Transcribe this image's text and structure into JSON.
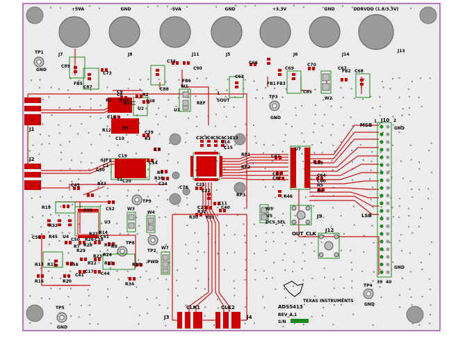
{
  "colors": {
    "board_bg": "#e8e8e8",
    "outline": "#8a2a9a",
    "copper": "#d40000",
    "pad": "#cc0000",
    "green": "#1a8a1a",
    "hole_fill": "#9a9a9a",
    "hole_ring": "#777777"
  },
  "jacks_top": [
    {
      "power": "+5VA",
      "ref": "J7"
    },
    {
      "power": "GND",
      "ref": "J8"
    },
    {
      "power": "-5VA",
      "ref": "J11"
    },
    {
      "power": "GND",
      "ref": "J5"
    },
    {
      "power": "+3.3V",
      "ref": "J6"
    },
    {
      "power": "GND",
      "ref": "J14"
    },
    {
      "power": "DDRVDD (1.8/3.3V)",
      "ref": "J13"
    }
  ],
  "test_points": [
    {
      "ref": "TP1",
      "net": "GND"
    },
    {
      "ref": "TP3",
      "net": "GND"
    },
    {
      "ref": "TP4",
      "net": "GND"
    },
    {
      "ref": "TP5",
      "net": "GND"
    },
    {
      "ref": "TP9",
      "net": ""
    },
    {
      "ref": "TP2",
      "net": "PWD"
    },
    {
      "ref": "TP8",
      "net": ""
    }
  ],
  "labels": {
    "j1": "J1",
    "j2": "J2",
    "j3": "J3",
    "j4": "J4",
    "j9": "J9",
    "j10": "J10",
    "j12": "J12",
    "clk1": "CLK1",
    "clk2": "CLK2",
    "msb": "MSB",
    "lsb": "LSB",
    "gnd_top": "GND",
    "gnd_bot": "GND",
    "pin1": "1",
    "pin2": "2",
    "pin39": "39",
    "pin40": "40",
    "sout": "SOUT",
    "pin_1": "1",
    "out_clk": "OUT_CLK",
    "dcs_sel": "DCS_SEL",
    "w1": "W1",
    "w2": "W2",
    "w3": "W3",
    "w4": "W4",
    "w5": "W5",
    "w7": "W7",
    "u1": "U1",
    "u2": "U2",
    "u3": "U3",
    "u4": "U4",
    "u5": "U5",
    "u7": "U7",
    "rp1": "RP1",
    "rp2": "RP2",
    "rp3": "RP3",
    "sjp1": "SJP1",
    "t1": "T1",
    "ti_brand": "TEXAS INSTRUMENTS",
    "board_name": "ADS5413",
    "rev": "REV_A 1",
    "sn": "S/N",
    "ref_chip": "REF"
  },
  "refdes": [
    "FB5",
    "C89",
    "C73",
    "C87",
    "C74",
    "C90",
    "C88",
    "FB6",
    "C66",
    "FB1",
    "FB3",
    "C69",
    "C63",
    "C85",
    "C70",
    "C67",
    "FB2",
    "C68",
    "C8",
    "R2",
    "R1",
    "R10",
    "C38",
    "C16",
    "R12",
    "C39",
    "C10",
    "R3",
    "C9",
    "R11",
    "C7",
    "C54",
    "C30",
    "R43",
    "R4",
    "R36",
    "C24",
    "C1",
    "C2",
    "C3",
    "C4",
    "C5",
    "C6",
    "C12",
    "C13",
    "C14",
    "C15",
    "C76",
    "C21",
    "C22",
    "C11",
    "C25",
    "R32",
    "R30",
    "R31",
    "C40",
    "C47",
    "C61",
    "C62",
    "C65",
    "C64",
    "C60",
    "R5",
    "R6",
    "R46",
    "C45",
    "R19",
    "R45",
    "R35",
    "C52",
    "C53",
    "R33",
    "C50",
    "C51",
    "R29",
    "R7",
    "R15",
    "R17",
    "C56",
    "R28",
    "R22",
    "R23",
    "R13",
    "R24",
    "R21",
    "R18",
    "R16",
    "R20",
    "C41",
    "C44",
    "R34",
    "R14",
    "R8",
    "R9",
    "C19",
    "C20",
    "C17",
    "C18",
    "R26",
    "R27"
  ]
}
